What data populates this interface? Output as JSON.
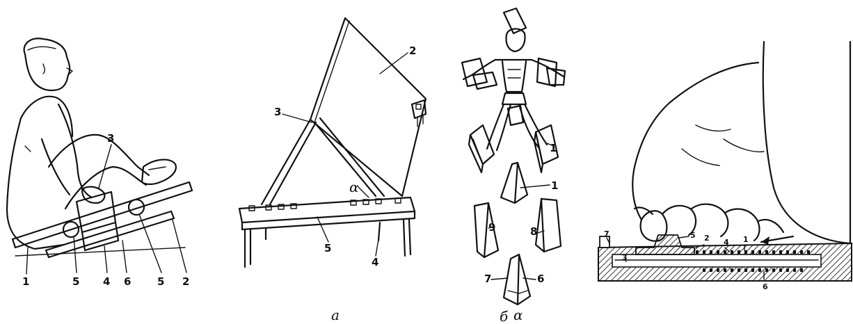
{
  "figures": {
    "seated": {
      "labels": [
        "3",
        "1",
        "5",
        "4",
        "6",
        "5",
        "2"
      ]
    },
    "board": {
      "labels": [
        "2",
        "3",
        "α",
        "5",
        "4"
      ],
      "caption": "a"
    },
    "blocks": {
      "labels": [
        "1",
        "1",
        "9",
        "8",
        "7",
        "6"
      ],
      "caption": "б",
      "angle": "α"
    },
    "foot": {
      "labels": [
        "7",
        "3",
        "5",
        "2",
        "4",
        "1",
        "6"
      ]
    }
  }
}
